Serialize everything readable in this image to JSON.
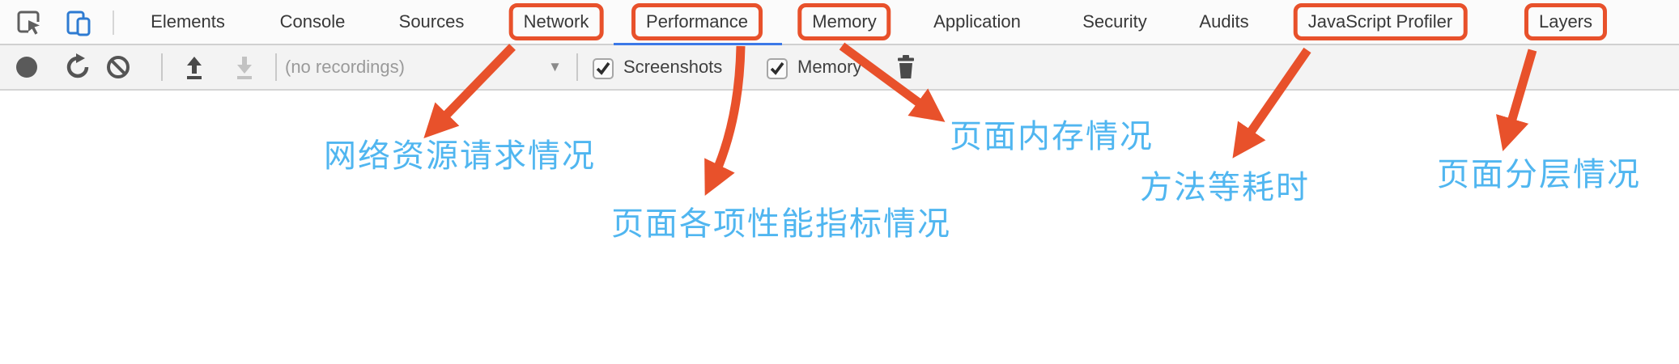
{
  "tabbar": {
    "tabs": [
      {
        "label": "Elements",
        "highlighted": false,
        "active": false
      },
      {
        "label": "Console",
        "highlighted": false,
        "active": false
      },
      {
        "label": "Sources",
        "highlighted": false,
        "active": false
      },
      {
        "label": "Network",
        "highlighted": true,
        "active": false
      },
      {
        "label": "Performance",
        "highlighted": true,
        "active": true
      },
      {
        "label": "Memory",
        "highlighted": true,
        "active": false
      },
      {
        "label": "Application",
        "highlighted": false,
        "active": false
      },
      {
        "label": "Security",
        "highlighted": false,
        "active": false
      },
      {
        "label": "Audits",
        "highlighted": false,
        "active": false
      },
      {
        "label": "JavaScript Profiler",
        "highlighted": true,
        "active": false
      },
      {
        "label": "Layers",
        "highlighted": true,
        "active": false
      }
    ],
    "icons": {
      "inspect": "inspect-cursor",
      "device": "device-toolbar"
    }
  },
  "toolbar": {
    "recordings_select": {
      "value": "(no recordings)",
      "caret": "▼"
    },
    "checkboxes": [
      {
        "label": "Screenshots",
        "checked": true
      },
      {
        "label": "Memory",
        "checked": true
      }
    ],
    "icons": {
      "record": "record-circle",
      "reload": "reload",
      "clear": "block",
      "load": "upload-arrow",
      "save": "download-arrow",
      "trash": "trash-bin"
    }
  },
  "annotations": [
    {
      "text": "网络资源请求情况",
      "target_tab": "Network"
    },
    {
      "text": "页面各项性能指标情况",
      "target_tab": "Performance"
    },
    {
      "text": "页面内存情况",
      "target_tab": "Memory"
    },
    {
      "text": "方法等耗时",
      "target_tab": "JavaScript Profiler"
    },
    {
      "text": "页面分层情况",
      "target_tab": "Layers"
    }
  ],
  "colors": {
    "highlight_orange": "#e8512b",
    "annotation_blue": "#50b6f0",
    "active_tab_underline": "#3b78e7"
  }
}
